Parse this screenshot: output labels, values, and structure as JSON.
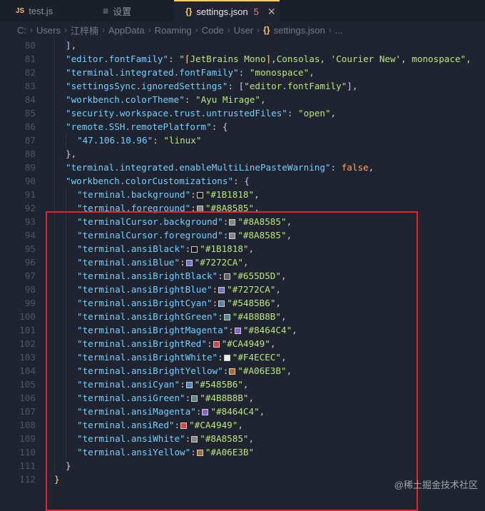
{
  "tabs": [
    {
      "icon": "JS",
      "label": "test.js"
    },
    {
      "icon": "≡",
      "label": "设置"
    },
    {
      "icon": "{}",
      "label": "settings.json",
      "badge": "5",
      "close": "✕"
    }
  ],
  "breadcrumb": {
    "parts": [
      "C:",
      "Users",
      "江梓楠",
      "AppData",
      "Roaming",
      "Code",
      "User"
    ],
    "file_icon": "{}",
    "file": "settings.json",
    "more": "..."
  },
  "editor": {
    "lines": [
      {
        "n": "80"
      },
      {
        "n": "81"
      },
      {
        "n": "82"
      },
      {
        "n": "83"
      },
      {
        "n": "84"
      },
      {
        "n": "85"
      },
      {
        "n": "86"
      },
      {
        "n": "87"
      },
      {
        "n": "88"
      },
      {
        "n": "89"
      },
      {
        "n": "90"
      },
      {
        "n": "91"
      },
      {
        "n": "92"
      },
      {
        "n": "93"
      },
      {
        "n": "94"
      },
      {
        "n": "95"
      },
      {
        "n": "96"
      },
      {
        "n": "97"
      },
      {
        "n": "98"
      },
      {
        "n": "99"
      },
      {
        "n": "100"
      },
      {
        "n": "101"
      },
      {
        "n": "102"
      },
      {
        "n": "103"
      },
      {
        "n": "104"
      },
      {
        "n": "105"
      },
      {
        "n": "106"
      },
      {
        "n": "107"
      },
      {
        "n": "108"
      },
      {
        "n": "109"
      },
      {
        "n": "110"
      },
      {
        "n": "111"
      },
      {
        "n": "112"
      }
    ],
    "simple": {
      "l81_key": "\"editor.fontFamily\"",
      "l81_val_a": "\"",
      "l81_val_b": "JetBrains Mono",
      "l81_val_c": ",Consolas, 'Courier New', monospace\",",
      "l82_key": "\"terminal.integrated.fontFamily\"",
      "l82_val": "\"monospace\"",
      "l83_key": "\"settingsSync.ignoredSettings\"",
      "l83_val": "\"editor.fontFamily\"",
      "l84_key": "\"workbench.colorTheme\"",
      "l84_val": "\"Ayu Mirage\"",
      "l85_key": "\"security.workspace.trust.untrustedFiles\"",
      "l85_val": "\"open\"",
      "l86_key": "\"remote.SSH.remotePlatform\"",
      "l87_key": "\"47.106.10.96\"",
      "l87_val": "\"linux\"",
      "l89_key": "\"terminal.integrated.enableMultiLinePasteWarning\"",
      "l89_val": "false",
      "l90_key": "\"workbench.colorCustomizations\""
    },
    "colors": [
      {
        "key": "\"terminal.background\"",
        "value": "\"#1B1818\"",
        "hex": "#1B1818"
      },
      {
        "key": "\"terminal.foreground\"",
        "value": "\"#8A8585\"",
        "hex": "#8A8585"
      },
      {
        "key": "\"terminalCursor.background\"",
        "value": "\"#8A8585\"",
        "hex": "#8A8585"
      },
      {
        "key": "\"terminalCursor.foreground\"",
        "value": "\"#8A8585\"",
        "hex": "#8A8585"
      },
      {
        "key": "\"terminal.ansiBlack\"",
        "value": "\"#1B1818\"",
        "hex": "#1B1818"
      },
      {
        "key": "\"terminal.ansiBlue\"",
        "value": "\"#7272CA\"",
        "hex": "#7272CA"
      },
      {
        "key": "\"terminal.ansiBrightBlack\"",
        "value": "\"#655D5D\"",
        "hex": "#655D5D"
      },
      {
        "key": "\"terminal.ansiBrightBlue\"",
        "value": "\"#7272CA\"",
        "hex": "#7272CA"
      },
      {
        "key": "\"terminal.ansiBrightCyan\"",
        "value": "\"#5485B6\"",
        "hex": "#5485B6"
      },
      {
        "key": "\"terminal.ansiBrightGreen\"",
        "value": "\"#4B8B8B\"",
        "hex": "#4B8B8B"
      },
      {
        "key": "\"terminal.ansiBrightMagenta\"",
        "value": "\"#8464C4\"",
        "hex": "#8464C4"
      },
      {
        "key": "\"terminal.ansiBrightRed\"",
        "value": "\"#CA4949\"",
        "hex": "#CA4949"
      },
      {
        "key": "\"terminal.ansiBrightWhite\"",
        "value": "\"#F4ECEC\"",
        "hex": "#F4ECEC"
      },
      {
        "key": "\"terminal.ansiBrightYellow\"",
        "value": "\"#A06E3B\"",
        "hex": "#A06E3B"
      },
      {
        "key": "\"terminal.ansiCyan\"",
        "value": "\"#5485B6\"",
        "hex": "#5485B6"
      },
      {
        "key": "\"terminal.ansiGreen\"",
        "value": "\"#4B8B8B\"",
        "hex": "#4B8B8B"
      },
      {
        "key": "\"terminal.ansiMagenta\"",
        "value": "\"#8464C4\"",
        "hex": "#8464C4"
      },
      {
        "key": "\"terminal.ansiRed\"",
        "value": "\"#CA4949\"",
        "hex": "#CA4949"
      },
      {
        "key": "\"terminal.ansiWhite\"",
        "value": "\"#8A8585\"",
        "hex": "#8A8585"
      },
      {
        "key": "\"terminal.ansiYellow\"",
        "value": "\"#A06E3B\"",
        "hex": "#A06E3B"
      }
    ]
  },
  "watermark": "@稀土掘金技术社区",
  "theme": {
    "accent": "#ffcc66",
    "highlight_box": "#e0242b"
  }
}
